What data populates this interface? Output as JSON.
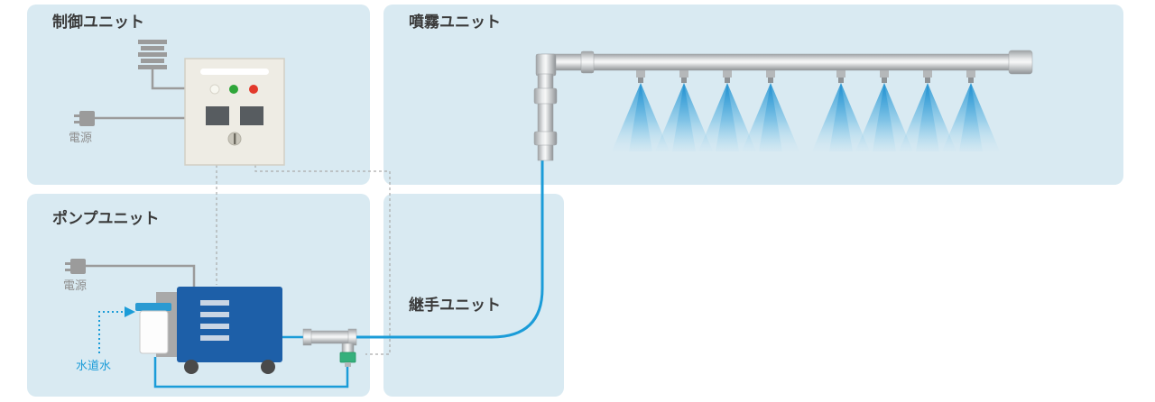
{
  "panels": {
    "control": {
      "label": "制御ユニット"
    },
    "spray": {
      "label": "噴霧ユニット"
    },
    "pump": {
      "label": "ポンプユニット"
    },
    "joint": {
      "label": "継手ユニット"
    }
  },
  "labels": {
    "power_control": "電源",
    "power_pump": "電源",
    "tap_water": "水道水"
  },
  "colors": {
    "panel_bg": "#d9eaf2",
    "line_blue": "#1b9cd8",
    "pump_blue": "#1d5fa8",
    "wire_gray": "#9b9b9b",
    "dash_gray": "#aaaaaa",
    "led_white": "#f7f7f0",
    "led_green": "#2fa63a",
    "led_red": "#e2392b",
    "valve_green": "#35b07c",
    "control_box": "#eeece4",
    "title_text": "#3a3a3a"
  }
}
